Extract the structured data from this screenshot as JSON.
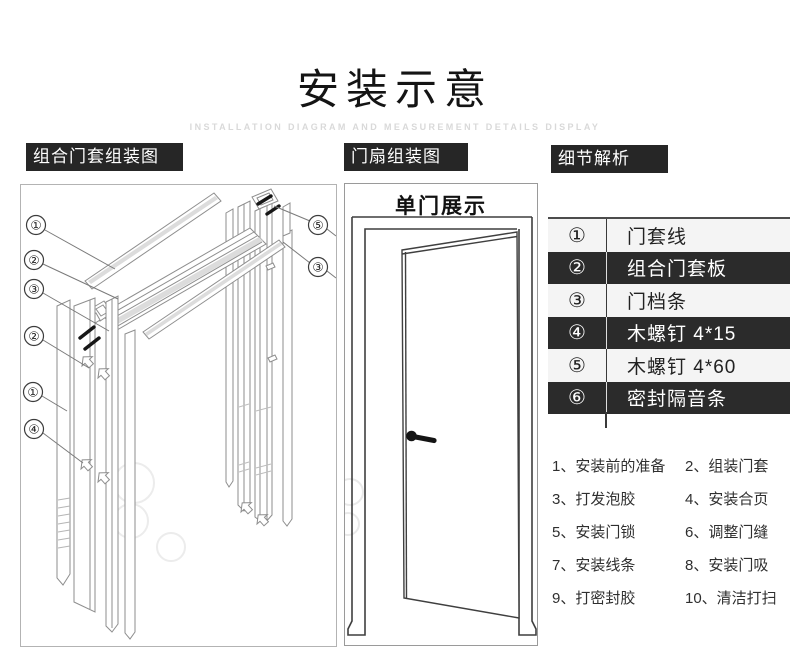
{
  "page": {
    "title": "安装示意",
    "subtitle": "INSTALLATION DIAGRAM AND MEASUREMENT DETAILS DISPLAY"
  },
  "colors": {
    "header_bar_bg": "#262626",
    "table_row_dark": "#2b2b2b",
    "table_row_light": "#f4f4f4",
    "drawing_line": "#8e8e8e",
    "door_line": "#3f3f3f"
  },
  "sections": {
    "frame_assembly": {
      "header": "组合门套组装图",
      "callouts": [
        "①",
        "②",
        "③",
        "②",
        "①",
        "④",
        "⑤",
        "③"
      ]
    },
    "door_assembly": {
      "header": "门扇组装图",
      "panel_title": "单门展示"
    },
    "details": {
      "header": "细节解析",
      "parts_table": {
        "rows": [
          {
            "num": "①",
            "label": "门套线"
          },
          {
            "num": "②",
            "label": "组合门套板"
          },
          {
            "num": "③",
            "label": "门档条"
          },
          {
            "num": "④",
            "label": "木螺钉 4*15"
          },
          {
            "num": "⑤",
            "label": "木螺钉 4*60"
          },
          {
            "num": "⑥",
            "label": "密封隔音条"
          }
        ]
      },
      "steps": [
        {
          "left": "1、安装前的准备",
          "right": "2、组装门套"
        },
        {
          "left": "3、打发泡胶",
          "right": "4、安装合页"
        },
        {
          "left": "5、安装门锁",
          "right": "6、调整门缝"
        },
        {
          "left": "7、安装线条",
          "right": "8、安装门吸"
        },
        {
          "left": "9、打密封胶",
          "right": "10、清洁打扫"
        }
      ]
    }
  }
}
